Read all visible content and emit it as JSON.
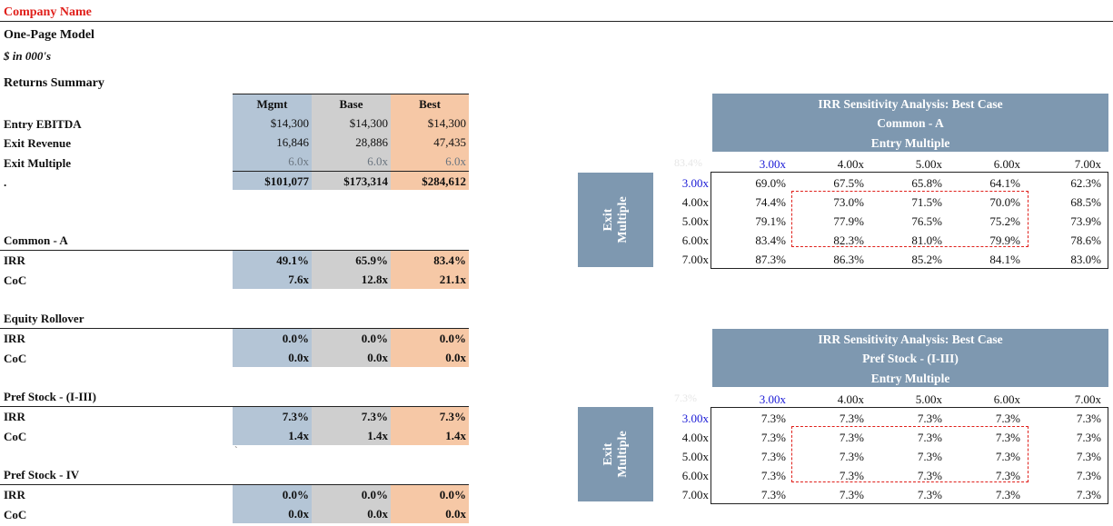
{
  "header": {
    "company": "Company Name",
    "title": "One-Page Model",
    "units": "$ in 000's",
    "section": "Returns Summary"
  },
  "summary": {
    "columns": [
      "Mgmt",
      "Base",
      "Best"
    ],
    "rows": [
      {
        "label": "Entry EBITDA",
        "values": [
          "$14,300",
          "$14,300",
          "$14,300"
        ]
      },
      {
        "label": "Exit Revenue",
        "values": [
          "16,846",
          "28,886",
          "47,435"
        ]
      },
      {
        "label": "Exit Multiple",
        "values": [
          "6.0x",
          "6.0x",
          "6.0x"
        ]
      },
      {
        "label": ".",
        "values": [
          "$101,077",
          "$173,314",
          "$284,612"
        ]
      }
    ]
  },
  "blocks": [
    {
      "title": "Common - A",
      "irr": [
        "49.1%",
        "65.9%",
        "83.4%"
      ],
      "coc": [
        "7.6x",
        "12.8x",
        "21.1x"
      ]
    },
    {
      "title": "Equity Rollover",
      "irr": [
        "0.0%",
        "0.0%",
        "0.0%"
      ],
      "coc": [
        "0.0x",
        "0.0x",
        "0.0x"
      ]
    },
    {
      "title": "Pref Stock - (I-III)",
      "irr": [
        "7.3%",
        "7.3%",
        "7.3%"
      ],
      "coc": [
        "1.4x",
        "1.4x",
        "1.4x"
      ]
    },
    {
      "title": "Pref Stock - IV",
      "irr": [
        "0.0%",
        "0.0%",
        "0.0%"
      ],
      "coc": [
        "0.0x",
        "0.0x",
        "0.0x"
      ]
    }
  ],
  "labels": {
    "irr": "IRR",
    "coc": "CoC",
    "tick": "`"
  },
  "sensitivity": [
    {
      "title": "IRR Sensitivity Analysis: Best Case",
      "subtitle": "Common - A",
      "axis": "Entry Multiple",
      "side": "Exit\nMultiple",
      "corner": "83.4%",
      "cols": [
        "3.00x",
        "4.00x",
        "5.00x",
        "6.00x",
        "7.00x"
      ],
      "rows": [
        {
          "head": "3.00x",
          "vals": [
            "69.0%",
            "67.5%",
            "65.8%",
            "64.1%",
            "62.3%"
          ]
        },
        {
          "head": "4.00x",
          "vals": [
            "74.4%",
            "73.0%",
            "71.5%",
            "70.0%",
            "68.5%"
          ]
        },
        {
          "head": "5.00x",
          "vals": [
            "79.1%",
            "77.9%",
            "76.5%",
            "75.2%",
            "73.9%"
          ]
        },
        {
          "head": "6.00x",
          "vals": [
            "83.4%",
            "82.3%",
            "81.0%",
            "79.9%",
            "78.6%"
          ]
        },
        {
          "head": "7.00x",
          "vals": [
            "87.3%",
            "86.3%",
            "85.2%",
            "84.1%",
            "83.0%"
          ]
        }
      ]
    },
    {
      "title": "IRR Sensitivity Analysis: Best Case",
      "subtitle": "Pref Stock - (I-III)",
      "axis": "Entry Multiple",
      "side": "Exit\nMultiple",
      "corner": "7.3%",
      "cols": [
        "3.00x",
        "4.00x",
        "5.00x",
        "6.00x",
        "7.00x"
      ],
      "rows": [
        {
          "head": "3.00x",
          "vals": [
            "7.3%",
            "7.3%",
            "7.3%",
            "7.3%",
            "7.3%"
          ]
        },
        {
          "head": "4.00x",
          "vals": [
            "7.3%",
            "7.3%",
            "7.3%",
            "7.3%",
            "7.3%"
          ]
        },
        {
          "head": "5.00x",
          "vals": [
            "7.3%",
            "7.3%",
            "7.3%",
            "7.3%",
            "7.3%"
          ]
        },
        {
          "head": "6.00x",
          "vals": [
            "7.3%",
            "7.3%",
            "7.3%",
            "7.3%",
            "7.3%"
          ]
        },
        {
          "head": "7.00x",
          "vals": [
            "7.3%",
            "7.3%",
            "7.3%",
            "7.3%",
            "7.3%"
          ]
        }
      ]
    }
  ]
}
